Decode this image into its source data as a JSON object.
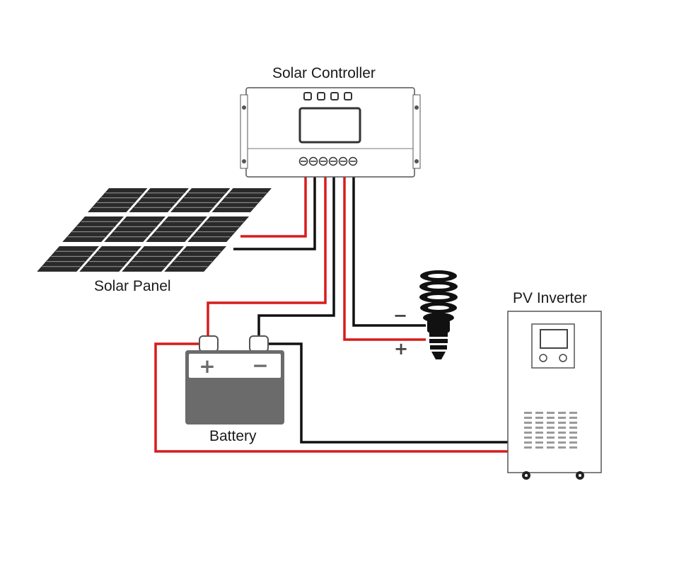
{
  "labels": {
    "controller": "Solar Controller",
    "panel": "Solar Panel",
    "battery": "Battery",
    "inverter": "PV Inverter"
  },
  "symbols": {
    "plus": "+",
    "minus": "−"
  },
  "colors": {
    "positive_wire": "#d81b1b",
    "negative_wire": "#111111",
    "battery_body": "#6b6b6b",
    "panel_cell": "#2a2a2a",
    "device_outline": "#555555"
  }
}
